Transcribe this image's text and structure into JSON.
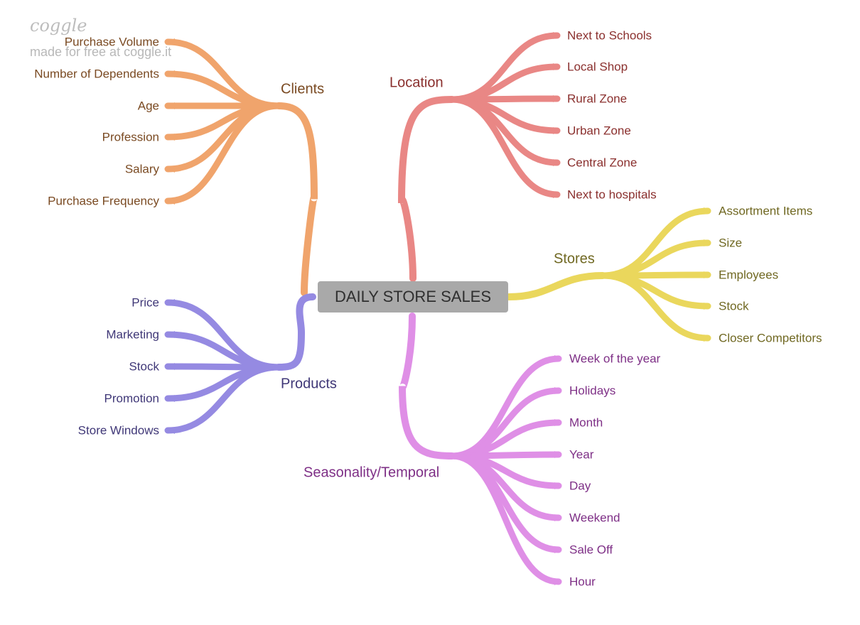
{
  "watermark": {
    "logo": "coggle",
    "text": "made for free at coggle.it"
  },
  "root": "DAILY STORE SALES",
  "branches": {
    "clients": {
      "label": "Clients",
      "color": "#f0a46c",
      "text_color": "#7a4a22",
      "items": [
        "Purchase Volume",
        "Number of Dependents",
        "Age",
        "Profession",
        "Salary",
        "Purchase Frequency"
      ]
    },
    "products": {
      "label": "Products",
      "color": "#958ae2",
      "text_color": "#3f3777",
      "items": [
        "Price",
        "Marketing",
        "Stock",
        "Promotion",
        "Store Windows"
      ]
    },
    "location": {
      "label": "Location",
      "color": "#e98785",
      "text_color": "#8a2f2d",
      "items": [
        "Next to Schools",
        "Local Shop",
        "Rural Zone",
        "Urban Zone",
        "Central Zone",
        "Next to hospitals"
      ]
    },
    "stores": {
      "label": "Stores",
      "color": "#ead75c",
      "text_color": "#706822",
      "items": [
        "Assortment Items",
        "Size",
        "Employees",
        "Stock",
        "Closer Competitors"
      ]
    },
    "seasonality": {
      "label": "Seasonality/Temporal",
      "color": "#df8fe6",
      "text_color": "#7e2f86",
      "items": [
        "Week of the year",
        "Holidays",
        "Month",
        "Year",
        "Day",
        "Weekend",
        "Sale Off",
        "Hour"
      ]
    }
  }
}
